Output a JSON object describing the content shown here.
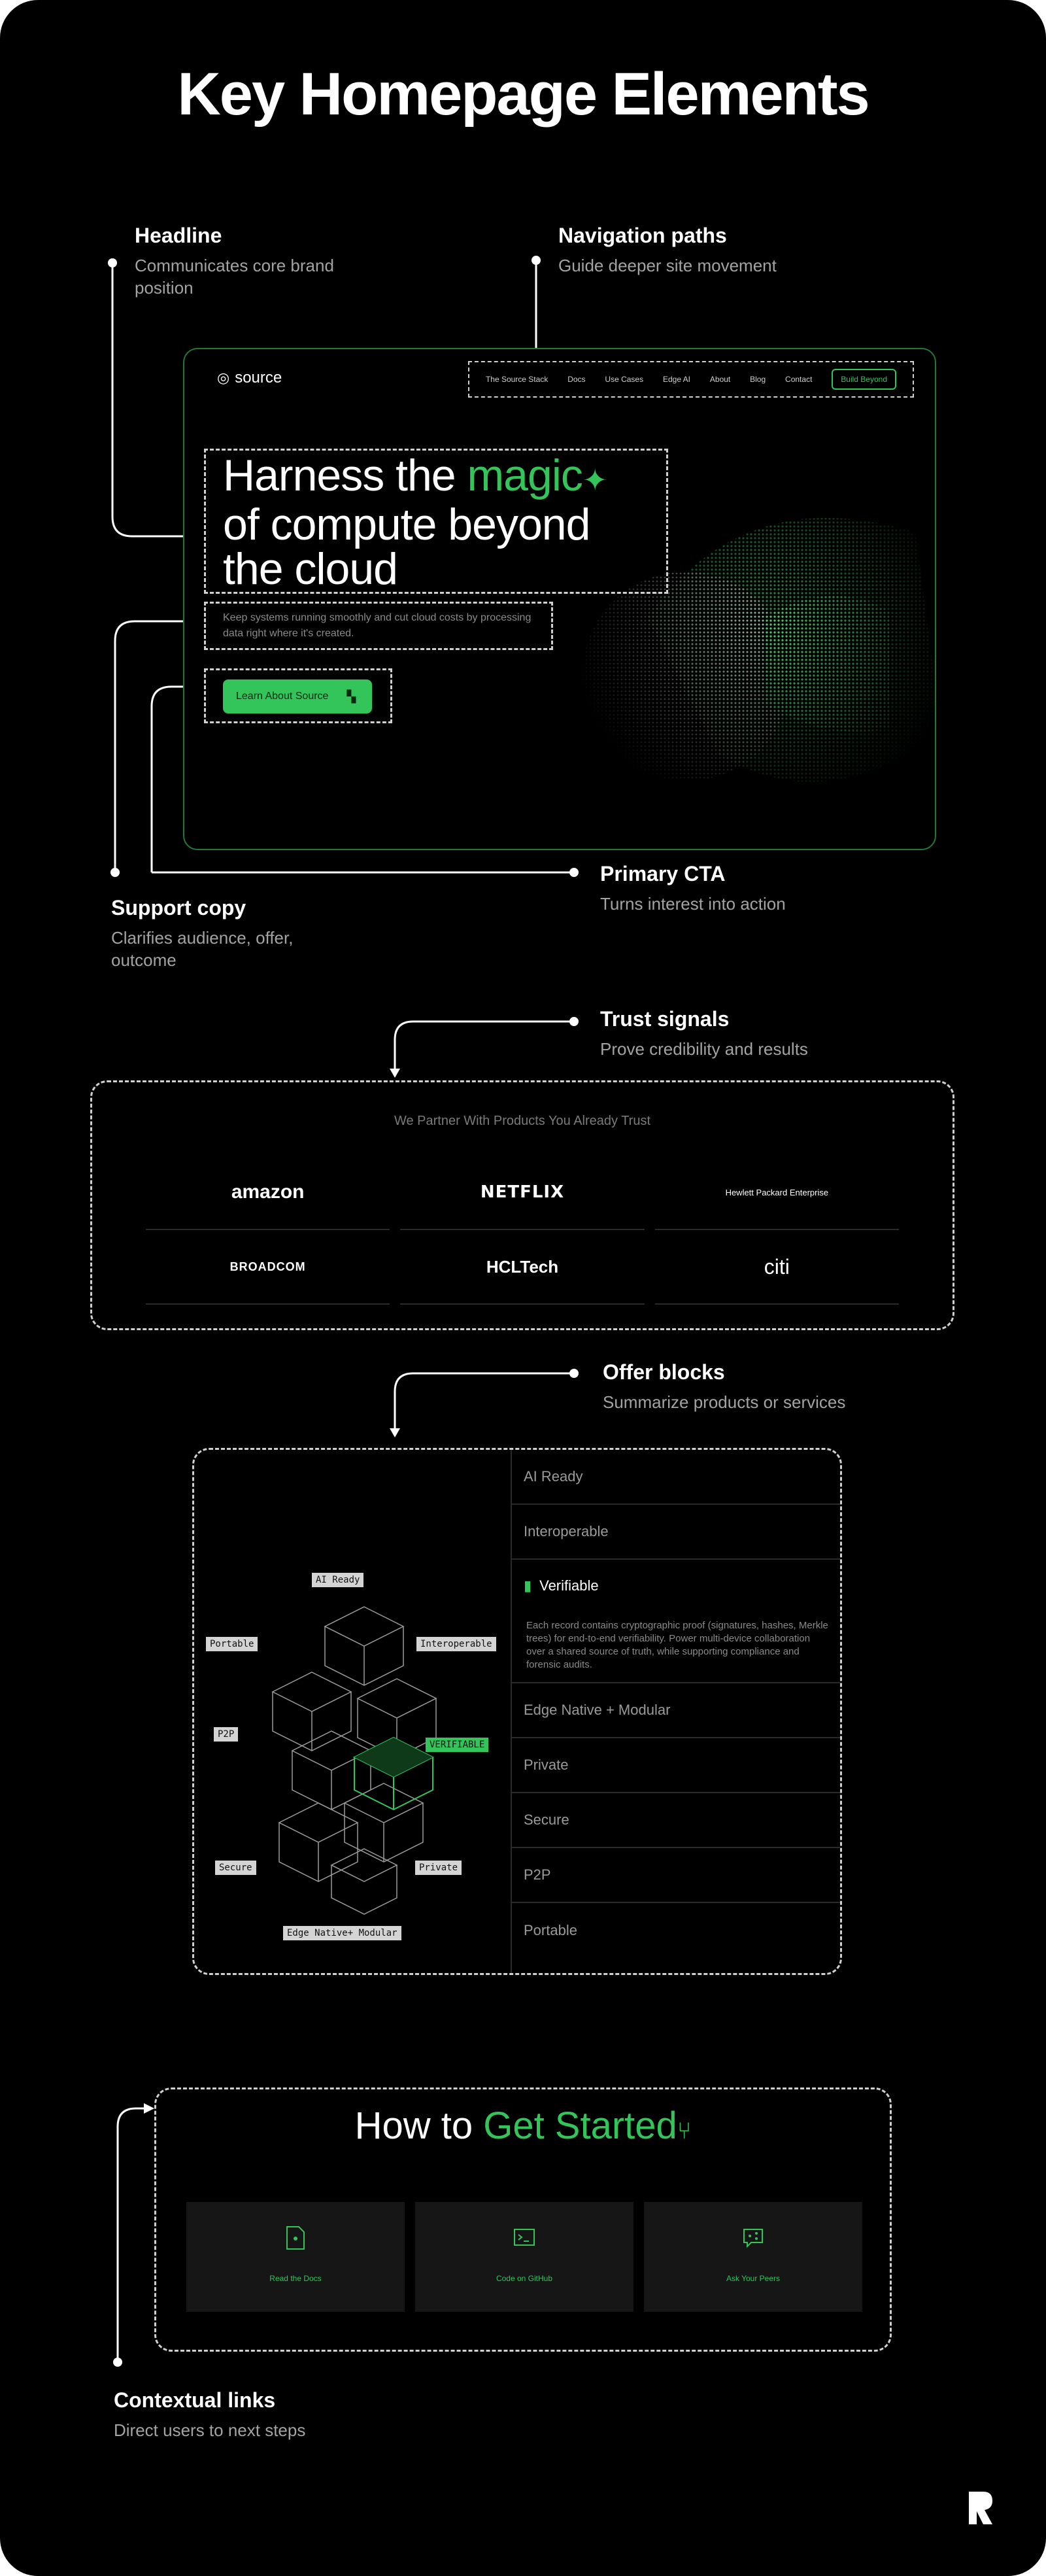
{
  "page": {
    "title": "Key Homepage Elements"
  },
  "annotations": {
    "headline": {
      "title": "Headline",
      "sub": "Communicates core brand position"
    },
    "navigation": {
      "title": "Navigation paths",
      "sub": "Guide deeper site movement"
    },
    "support": {
      "title": "Support copy",
      "sub": "Clarifies audience, offer, outcome"
    },
    "primary_cta": {
      "title": "Primary CTA",
      "sub": "Turns interest into action"
    },
    "trust": {
      "title": "Trust signals",
      "sub": "Prove credibility and results"
    },
    "offer": {
      "title": "Offer blocks",
      "sub": "Summarize products or services"
    },
    "contextual": {
      "title": "Contextual links",
      "sub": "Direct users to next steps"
    }
  },
  "hero": {
    "logo_text": "source",
    "nav": [
      "The Source Stack",
      "Docs",
      "Use Cases",
      "Edge AI",
      "About",
      "Blog",
      "Contact"
    ],
    "nav_cta": "Build Beyond",
    "headline_pre": "Harness the ",
    "headline_accent": "magic",
    "headline_rest": "of compute beyond the cloud",
    "support_copy": "Keep systems running smoothly and cut cloud costs by processing data right where it's created.",
    "cta": "Learn About Source"
  },
  "trust": {
    "title": "We Partner With Products You Already Trust",
    "logos": [
      "amazon",
      "NETFLIX",
      "Hewlett Packard Enterprise",
      "BROADCOM",
      "HCLTech",
      "citi"
    ]
  },
  "offer": {
    "items": [
      "AI Ready",
      "Interoperable",
      "Verifiable",
      "Edge Native + Modular",
      "Private",
      "Secure",
      "P2P",
      "Portable"
    ],
    "active": "Verifiable",
    "description": "Each record contains cryptographic proof (signatures, hashes, Merkle trees) for end-to-end verifiability. Power multi-device collaboration over a shared source of truth, while supporting compliance and forensic audits.",
    "diagram_labels": [
      "AI Ready",
      "Portable",
      "Interoperable",
      "P2P",
      "VERIFIABLE",
      "Secure",
      "Private",
      "Edge Native+ Modular"
    ]
  },
  "get_started": {
    "title_pre": "How to ",
    "title_accent": "Get Started",
    "cards": [
      "Read the Docs",
      "Code on GitHub",
      "Ask Your Peers"
    ]
  },
  "colors": {
    "accent": "#33c45a",
    "background": "#000000"
  }
}
